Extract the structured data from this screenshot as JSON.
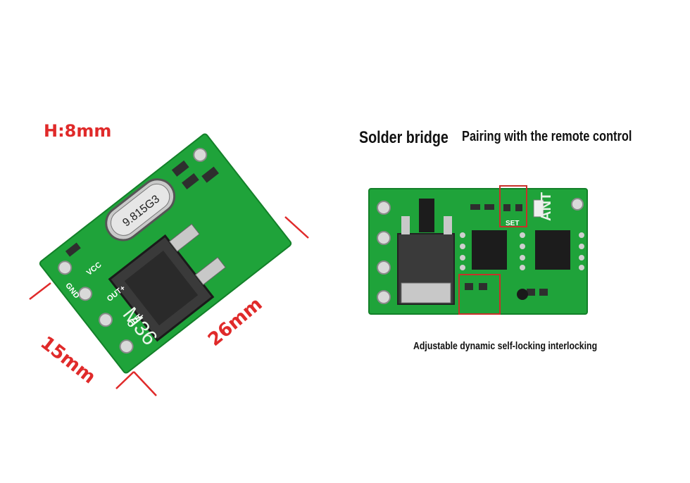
{
  "left_board": {
    "height_label": "H:8mm",
    "width_label": "15mm",
    "length_label": "26mm",
    "model_marking": "M36",
    "crystal_marking": "9.815G3",
    "pins": [
      "GND",
      "VCC",
      "OUT+",
      "OUT-"
    ]
  },
  "right_board": {
    "label_solder_bridge": "Solder bridge",
    "label_pairing": "Pairing with the remote control",
    "label_adjustable": "Adjustable dynamic self-locking interlocking",
    "silk_ant": "ANT",
    "silk_set": "SET"
  },
  "colors": {
    "pcb_green": "#1fa33a",
    "annotation_red": "#e02a2a",
    "highlight_box": "#c8302a"
  }
}
